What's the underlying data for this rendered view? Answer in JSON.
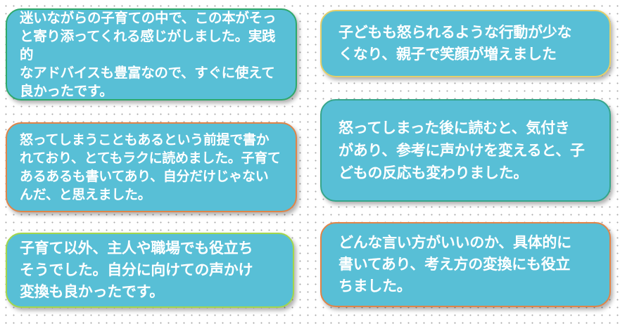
{
  "cards": [
    {
      "text": "迷いながらの子育ての中で、この本がそっ\nと寄り添ってくれる感じがしました。実践的\nなアドバイスも豊富なので、すぐに使えて\n良かったです。",
      "border_color": "#2fa86a"
    },
    {
      "text": "子どもも怒られるような行動が少な\nくなり、親子で笑顔が増えました",
      "border_color": "#e4cf6a"
    },
    {
      "text": "怒ってしまうこともあるという前提で書か\nれており、とてもラクに読めました。子育て\nあるあるも書いてあり、自分だけじゃない\nんだ、と思えました。",
      "border_color": "#e08448"
    },
    {
      "text": "怒ってしまった後に読むと、気付き\nがあり、参考に声かけを変えると、子\nどもの反応も変わりました。",
      "border_color": "#36a58a"
    },
    {
      "text": "子育て以外、主人や職場でも役立ち\nそうでした。自分に向けての声かけ\n変換も良かったです。",
      "border_color": "#a3d64b"
    },
    {
      "text": "どんな言い方がいいのか、具体的に\n書いてあり、考え方の変換にも役立\nちました。",
      "border_color": "#e08448"
    }
  ],
  "colors": {
    "card_fill": "#58bfd6",
    "text": "#ffffff",
    "background": "#ffffff",
    "dot_grid": "#a8a8a8"
  }
}
